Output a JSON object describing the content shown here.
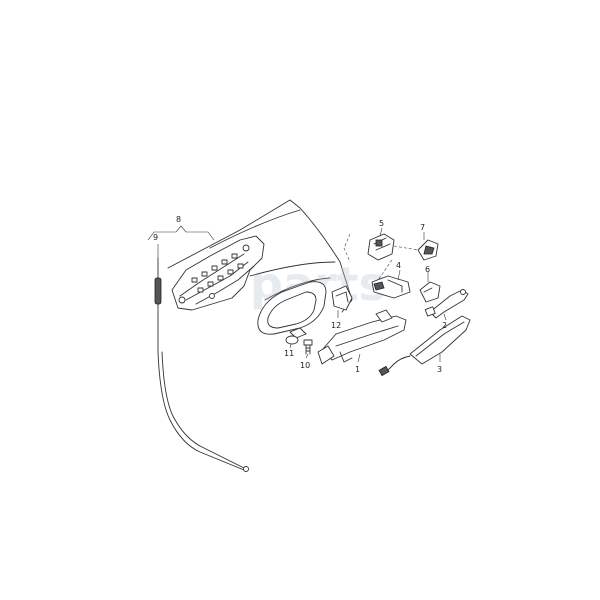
{
  "diagram": {
    "callouts": {
      "c1": "1",
      "c2": "2",
      "c3": "3",
      "c4": "4",
      "c5": "5",
      "c6": "6",
      "c7": "7",
      "c8": "8",
      "c9": "9",
      "c10": "10",
      "c11": "11",
      "c12": "12"
    },
    "watermark": "parts",
    "colors": {
      "line": "#333333",
      "watermark": "#b9c7d6"
    }
  }
}
